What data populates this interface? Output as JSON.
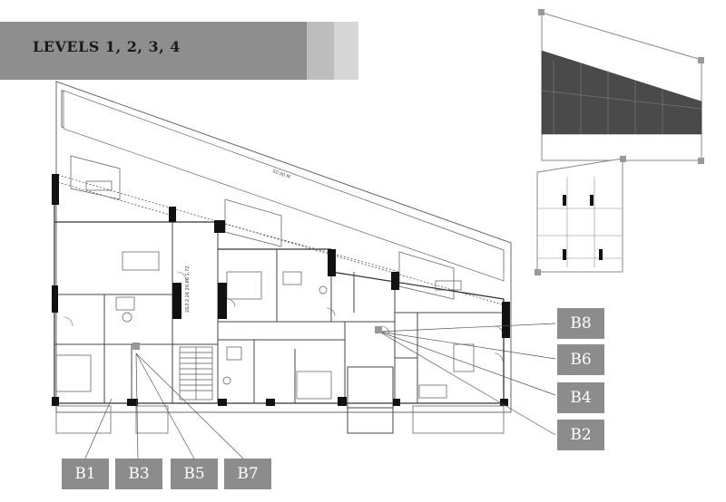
{
  "header": {
    "title": "LEVELS 1, 2, 3, 4"
  },
  "units": {
    "left": [
      "B1",
      "B3",
      "B5",
      "B7"
    ],
    "right": [
      "B8",
      "B6",
      "B4",
      "B2"
    ]
  },
  "plan_texts": {
    "street": "50.00 M",
    "stair_block": "2&3 2.26 20.66 1.72"
  },
  "colors": {
    "header_dark": "#8e8e8e",
    "header_mid": "#bdbdbd",
    "header_light": "#d9d9d9",
    "label_bg": "#8c8c8c",
    "wall": "#111111",
    "line": "#5a5a5a",
    "highlight": "#4a4a4a"
  }
}
